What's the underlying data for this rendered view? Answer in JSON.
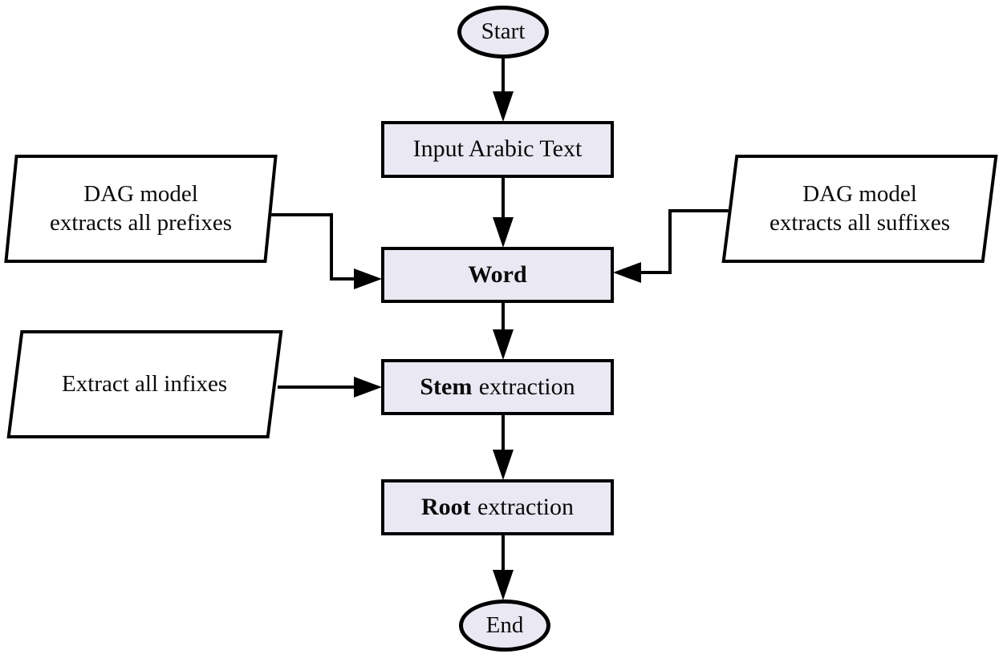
{
  "figure": {
    "type": "flowchart",
    "colors": {
      "background": "#ffffff",
      "process_fill": "#e9e8f3",
      "io_fill": "#ffffff",
      "stroke": "#000000"
    },
    "nodes": {
      "start": {
        "label": "Start",
        "shape": "ellipse"
      },
      "input_text": {
        "label": "Input Arabic Text",
        "shape": "rectangle"
      },
      "word": {
        "label": "Word",
        "shape": "rectangle"
      },
      "stem": {
        "bold": "Stem",
        "rest": "extraction",
        "shape": "rectangle"
      },
      "root": {
        "bold": "Root",
        "rest": "extraction",
        "shape": "rectangle"
      },
      "end": {
        "label": "End",
        "shape": "ellipse"
      },
      "prefix_io": {
        "line1": "DAG model",
        "line2": "extracts all prefixes",
        "shape": "parallelogram"
      },
      "infix_io": {
        "label": "Extract all infixes",
        "shape": "parallelogram"
      },
      "suffix_io": {
        "line1": "DAG model",
        "line2": "extracts all suffixes",
        "shape": "parallelogram"
      }
    },
    "edges": [
      {
        "from": "start",
        "to": "input_text"
      },
      {
        "from": "input_text",
        "to": "word"
      },
      {
        "from": "prefix_io",
        "to": "word"
      },
      {
        "from": "suffix_io",
        "to": "word"
      },
      {
        "from": "word",
        "to": "stem"
      },
      {
        "from": "infix_io",
        "to": "stem"
      },
      {
        "from": "stem",
        "to": "root"
      },
      {
        "from": "root",
        "to": "end"
      }
    ]
  }
}
